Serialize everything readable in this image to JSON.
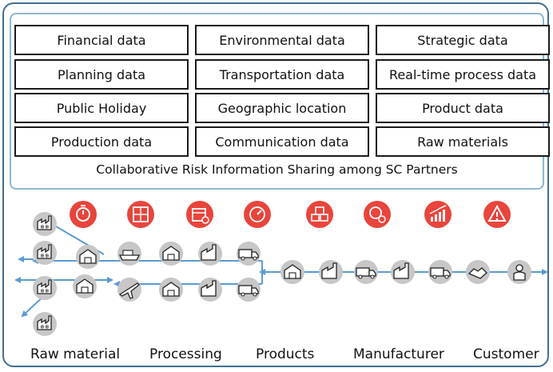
{
  "data_categories": [
    [
      "Financial data",
      "Environmental data",
      "Strategic data"
    ],
    [
      "Planning data",
      "Transportation data",
      "Real-time process data"
    ],
    [
      "Public Holiday",
      "Geographic location",
      "Product data"
    ],
    [
      "Production data",
      "Communication data",
      "Raw materials"
    ]
  ],
  "sharing_caption": "Collaborative Risk Information Sharing among SC Partners",
  "risk_icons": [
    "stopwatch-icon",
    "inventory-grid-icon",
    "calendar-icon",
    "speedometer-icon",
    "boxes-icon",
    "globe-clock-icon",
    "rising-chart-icon",
    "warning-icon"
  ],
  "stages": [
    "Raw material",
    "Processing",
    "Products",
    "Manufacturer",
    "Customer"
  ],
  "colors": {
    "frame": "#3f6f92",
    "inner_frame": "#8fb6d3",
    "risk_icon_fill": "#e8453c",
    "node_fill": "#c7c7c7",
    "flow_arrow": "#5b9bd5"
  }
}
